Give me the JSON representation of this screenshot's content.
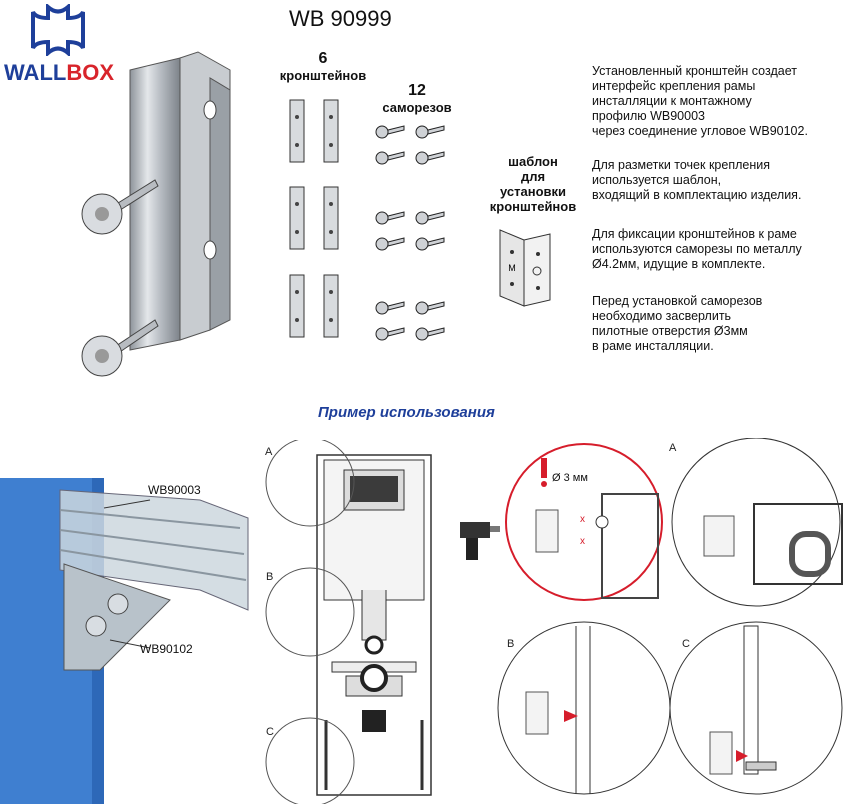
{
  "brand": {
    "wall": "WALL",
    "box": "BOX"
  },
  "title": "WB 90999",
  "bracket_count": {
    "number": "6",
    "label": "кронштейнов"
  },
  "screw_count": {
    "number": "12",
    "label": "саморезов"
  },
  "template_label": [
    "шаблон",
    "для",
    "установки",
    "кронштейнов"
  ],
  "template_mark": "M",
  "paragraphs": [
    [
      "Установленный кронштейн создает",
      "интерфейс крепления рамы",
      "инсталляции к монтажному",
      "профилю WB90003",
      "через соединение угловое WB90102."
    ],
    [
      "Для разметки точек крепления",
      "используется шаблон,",
      "входящий в комплектацию изделия."
    ],
    [
      "Для фиксации кронштейнов к раме",
      "используются саморезы по металлу",
      "Ø4.2мм, идущие в комплекте."
    ],
    [
      "Перед установкой саморезов",
      "необходимо засверлить",
      "пилотные отверстия Ø3мм",
      "в раме инсталляции."
    ]
  ],
  "usage_title": "Пример использования",
  "part_labels": {
    "profile": "WB90003",
    "corner": "WB90102"
  },
  "detail_letters": {
    "a": "A",
    "b": "B",
    "c": "C"
  },
  "drill_note": "Ø 3 мм",
  "colors": {
    "brand_blue": "#1e3f9a",
    "brand_red": "#d8242b",
    "wall_blue": "#3f7fd0",
    "marker_red": "#d61d2b"
  }
}
